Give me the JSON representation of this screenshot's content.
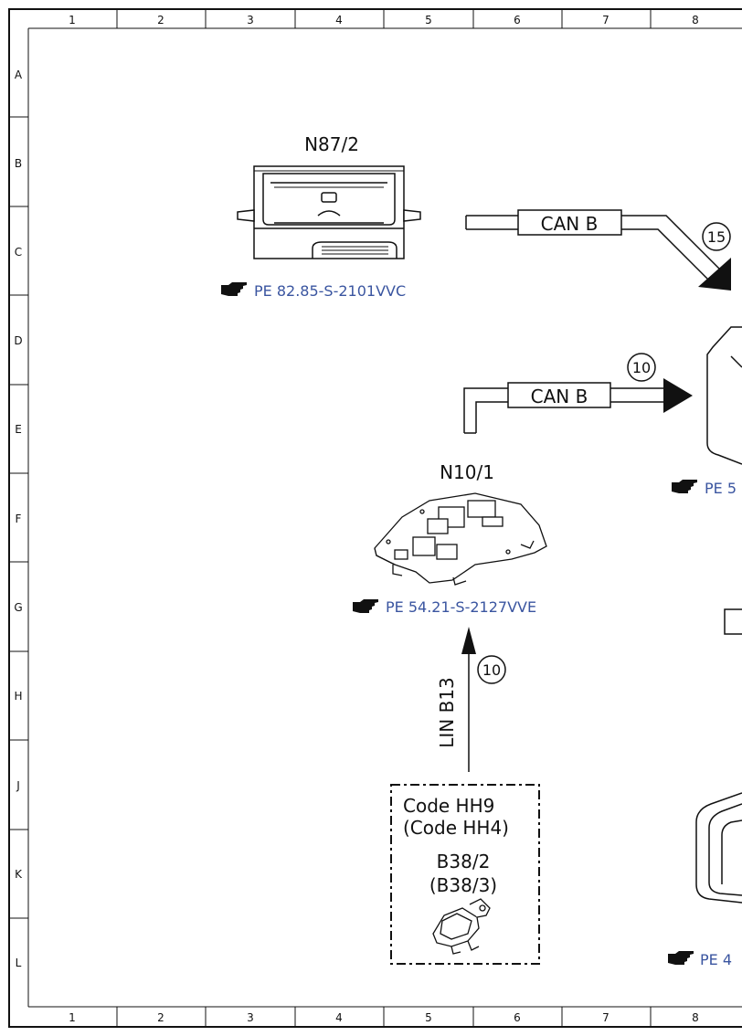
{
  "grid": {
    "columns": [
      "1",
      "2",
      "3",
      "4",
      "5",
      "6",
      "7",
      "8"
    ],
    "rows": [
      "A",
      "B",
      "C",
      "D",
      "E",
      "F",
      "G",
      "H",
      "J",
      "K",
      "L"
    ]
  },
  "components": {
    "n87_2": {
      "label": "N87/2",
      "ref": "PE 82.85-S-2101VVC"
    },
    "n10_1": {
      "label": "N10/1",
      "ref": "PE 54.21-S-2127VVE"
    },
    "right_top_ref": "PE 5",
    "right_bottom_ref": "PE 4",
    "sensor": {
      "code_line1": "Code HH9",
      "code_line2": "(Code HH4)",
      "part_line1": "B38/2",
      "part_line2": "(B38/3)"
    }
  },
  "connections": {
    "can_b_top": {
      "label": "CAN B",
      "circle": "15"
    },
    "can_b_middle": {
      "label": "CAN B",
      "circle": "10"
    },
    "lin_b13": {
      "label": "LIN B13",
      "circle": "10"
    }
  },
  "colors": {
    "line": "#111111",
    "ref_blue": "#3a55a0"
  },
  "icons": {
    "reference": "pointing-hand-icon"
  }
}
